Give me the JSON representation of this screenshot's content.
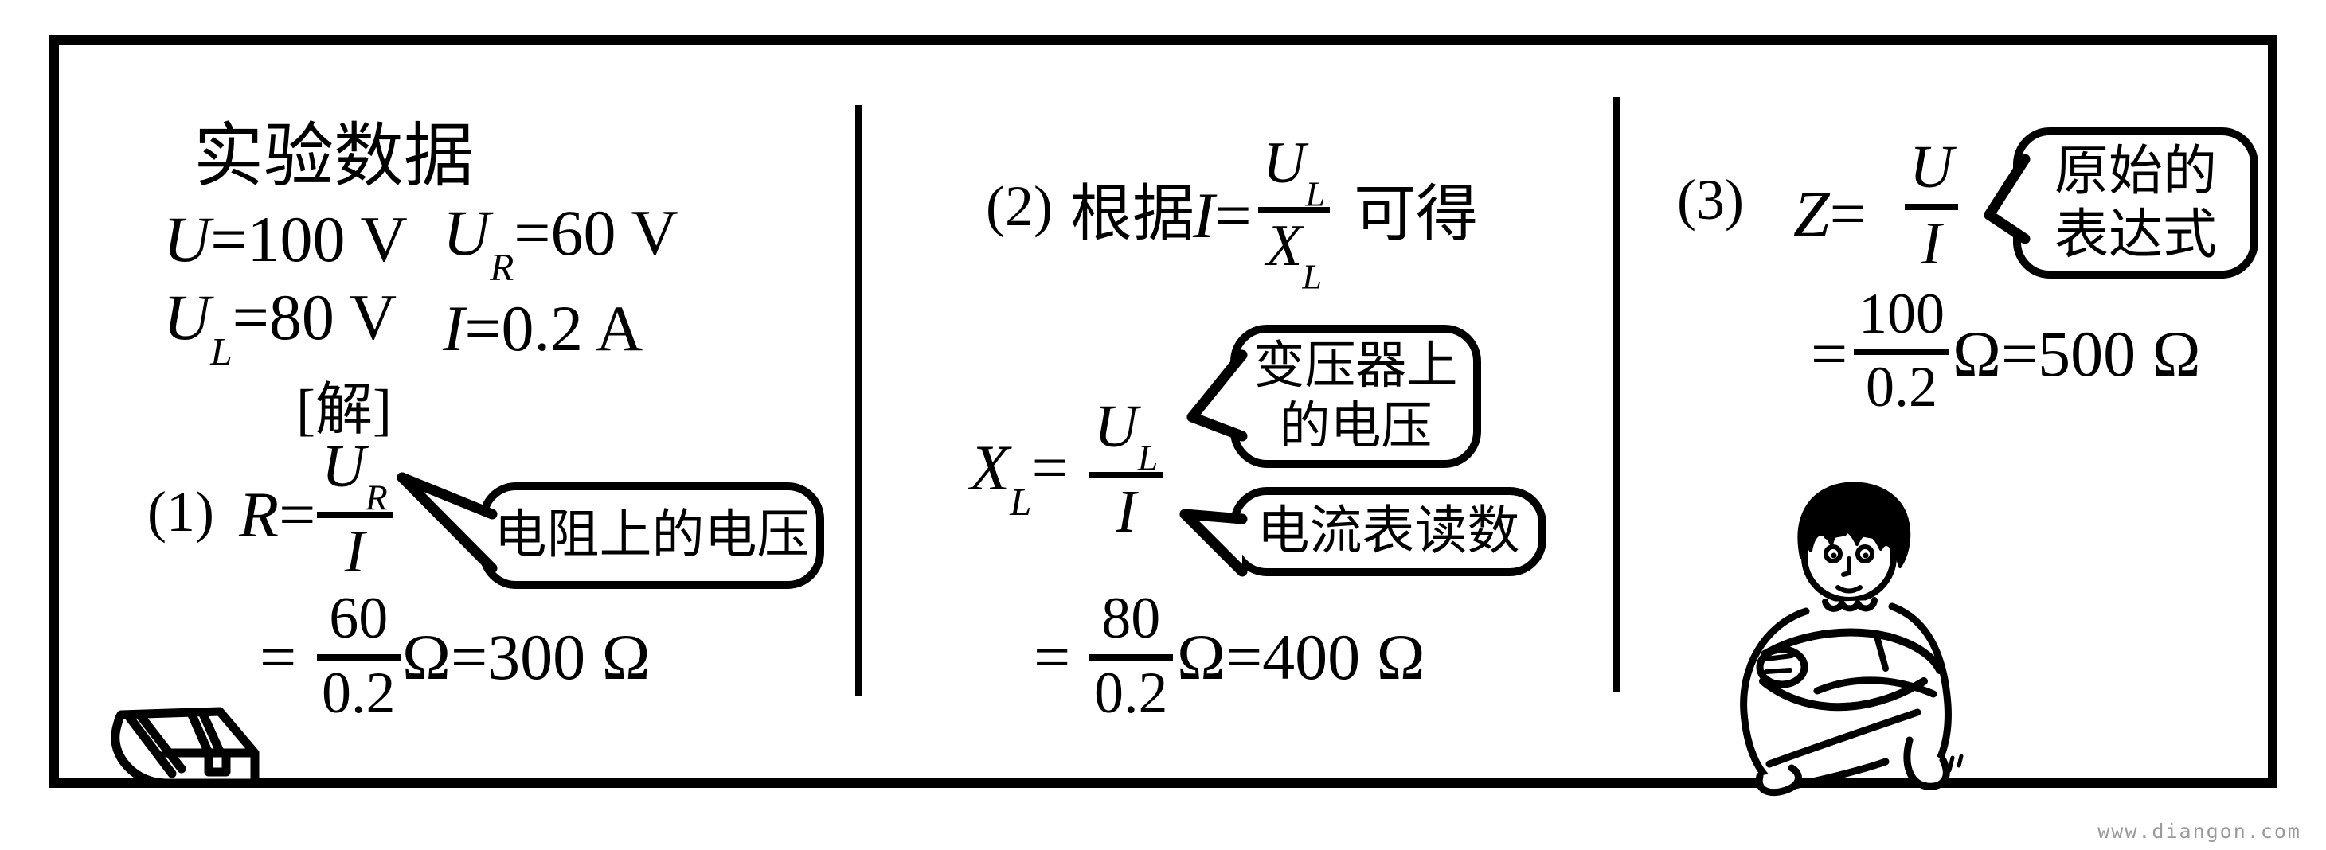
{
  "colors": {
    "ink": "#000000",
    "background": "#ffffff",
    "watermark": "#9a9a9a"
  },
  "watermark": "www.diangon.com",
  "symbols": {
    "equals": "="
  },
  "experiment": {
    "title": "实验数据",
    "solution_label": "[解]",
    "measurements": [
      {
        "variable": "U",
        "subscript": "",
        "rest": "=100 V"
      },
      {
        "variable": "U",
        "subscript": "R",
        "rest": "=60 V"
      },
      {
        "variable": "U",
        "subscript": "L",
        "rest": "=80 V"
      },
      {
        "variable": "I",
        "subscript": "",
        "rest": "=0.2 A"
      }
    ]
  },
  "step1": {
    "index": "(1)",
    "lhs": "R",
    "frac": {
      "num_var": "U",
      "num_sub": "R",
      "den_var": "I"
    },
    "callout": {
      "lines": [
        "电阻上的电压"
      ]
    },
    "result": {
      "num": "60",
      "den": "0.2",
      "unit_eq": "Ω=300 Ω"
    }
  },
  "step2": {
    "index": "(2)",
    "premise": {
      "prefix": "根据",
      "lhs": "I",
      "frac": {
        "num_var": "U",
        "num_sub": "L",
        "den_var": "X",
        "den_sub": "L"
      },
      "suffix": "可得"
    },
    "lhs": {
      "variable": "X",
      "subscript": "L"
    },
    "frac": {
      "num_var": "U",
      "num_sub": "L",
      "den_var": "I"
    },
    "callout_upper": {
      "lines": [
        "变压器上",
        "的电压"
      ]
    },
    "callout_lower": {
      "lines": [
        "电流表读数"
      ]
    },
    "result": {
      "num": "80",
      "den": "0.2",
      "unit_eq": "Ω=400 Ω"
    }
  },
  "step3": {
    "index": "(3)",
    "lhs": "Z",
    "frac": {
      "num_var": "U",
      "den_var": "I"
    },
    "callout": {
      "lines": [
        "原始的",
        "表达式"
      ]
    },
    "result": {
      "num": "100",
      "den": "0.2",
      "unit_eq": "Ω=500 Ω"
    }
  }
}
